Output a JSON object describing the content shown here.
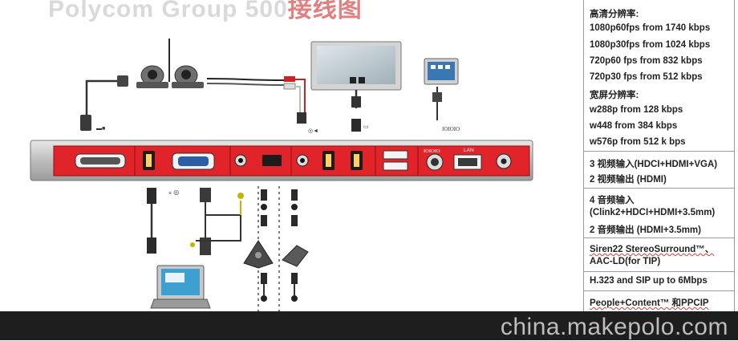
{
  "title": {
    "text": "Polycom Group 500",
    "suffix": "接线图"
  },
  "labels": {
    "top_port": "IOIOIO",
    "panel_port_a": "IOIOIO",
    "panel_port_b": "LAN"
  },
  "spec": {
    "hd_heading": "高清分辨率:",
    "hd_rates": [
      "1080p60fps from 1740 kbps",
      "1080p30fps from 1024 kbps",
      "720p60 fps from 832 kbps",
      "720p30 fps from 512 kbps"
    ],
    "wide_heading": "宽屏分辨率:",
    "wide_rates": [
      "w288p from 128 kbps",
      "w448 from 384 kbps",
      "w576p from 512 k bps"
    ],
    "video": [
      "3 视频输入(HDCI+HDMI+VGA)",
      "2 视频输出 (HDMI)"
    ],
    "audio": [
      "4 音频输入",
      "(Clink2+HDCI+HDMI+3.5mm)",
      "2 音频输出 (HDMI+3.5mm)"
    ],
    "siren": [
      "Siren22 StereoSurround™、",
      "AAC-LD(for TIP)"
    ],
    "h323": "H.323 and SIP up to 6Mbps",
    "people": "People+Content™ 和PPCIP"
  },
  "watermark": "china.makepolo.com",
  "colors": {
    "panel_red": "#e0242a",
    "chassis": "#c9c9c9",
    "watermark_bar": "#1e1e1e"
  }
}
